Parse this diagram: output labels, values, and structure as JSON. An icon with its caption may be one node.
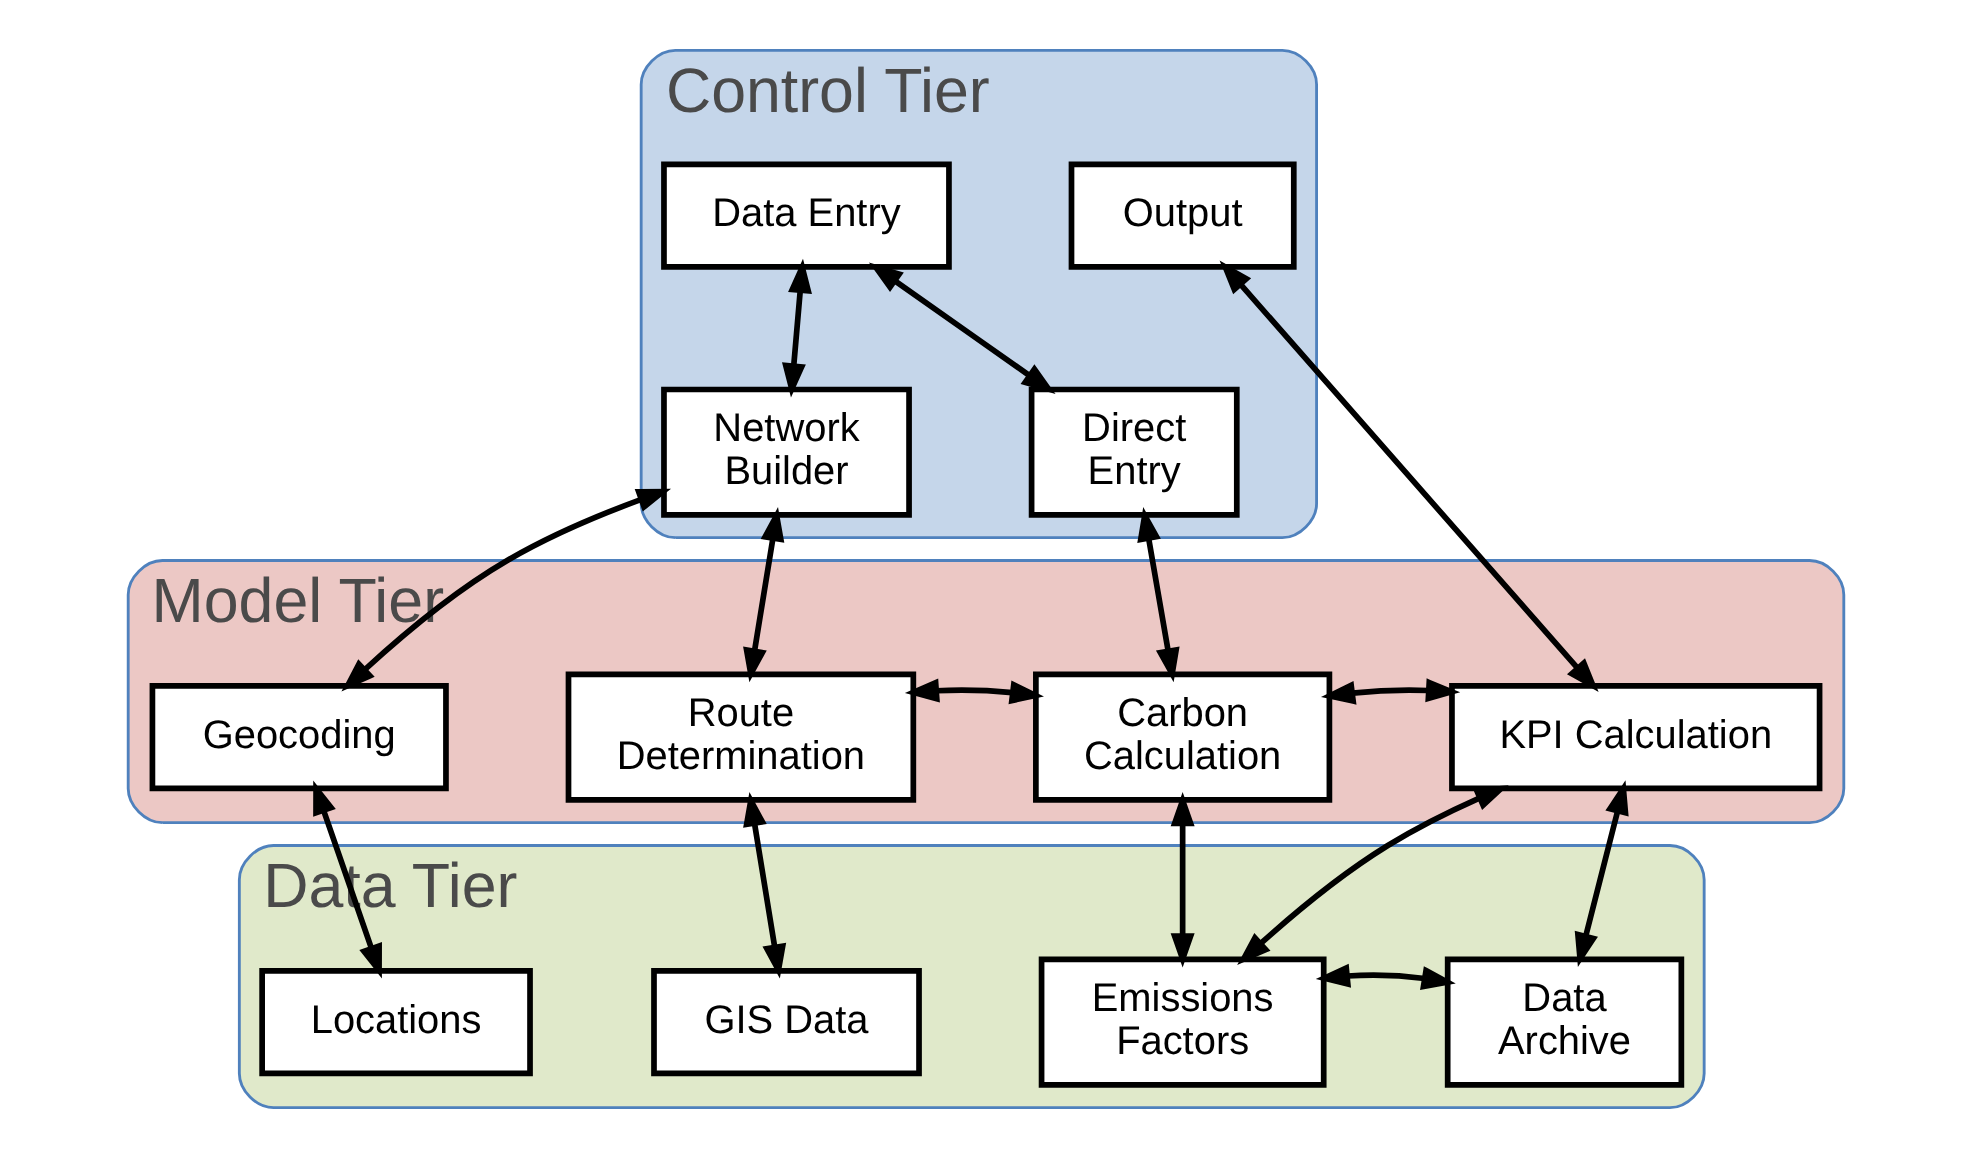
{
  "diagram": {
    "nodes": [
      {
        "text": [
          "Control Tier"
        ]
      },
      {
        "text": [
          "Data Entry"
        ],
        "in": 0
      },
      {
        "text": [
          "Output"
        ],
        "in": 0
      },
      {
        "text": [
          "Network Builder"
        ],
        "in": 0
      },
      {
        "text": [
          "Direct Entry"
        ],
        "in": 0
      },
      {
        "text": [
          "Model Tier"
        ]
      },
      {
        "text": [
          "Geocoding"
        ],
        "in": 5
      },
      {
        "text": [
          "Route Determination"
        ],
        "in": 5
      },
      {
        "text": [
          "Carbon Calculation"
        ],
        "in": 5
      },
      {
        "text": [
          "KPI Calculation"
        ],
        "in": 5
      },
      {
        "text": [
          "Data Tier"
        ]
      },
      {
        "text": [
          "Locations"
        ],
        "in": 10
      },
      {
        "text": [
          "GIS Data"
        ],
        "in": 10
      },
      {
        "text": [
          "Emissions Factors"
        ],
        "in": 10
      },
      {
        "text": [
          "Data Archive"
        ],
        "in": 10
      }
    ],
    "edges": [
      {
        "from": 1,
        "to": 3,
        "arrow": "both"
      },
      {
        "from": 1,
        "to": 4,
        "arrow": "both"
      },
      {
        "from": 2,
        "to": 9,
        "arrow": "both"
      },
      {
        "from": 3,
        "to": 6,
        "arrow": "both"
      },
      {
        "from": 3,
        "to": 7,
        "arrow": "both"
      },
      {
        "from": 4,
        "to": 8,
        "arrow": "both"
      },
      {
        "from": 7,
        "to": 8,
        "arrow": "both"
      },
      {
        "from": 8,
        "to": 9,
        "arrow": "both"
      },
      {
        "from": 6,
        "to": 11,
        "arrow": "both"
      },
      {
        "from": 7,
        "to": 12,
        "arrow": "both"
      },
      {
        "from": 8,
        "to": 13,
        "arrow": "both"
      },
      {
        "from": 9,
        "to": 13,
        "arrow": "both"
      },
      {
        "from": 9,
        "to": 14,
        "arrow": "both"
      },
      {
        "from": 13,
        "to": 14,
        "arrow": "both"
      }
    ]
  }
}
